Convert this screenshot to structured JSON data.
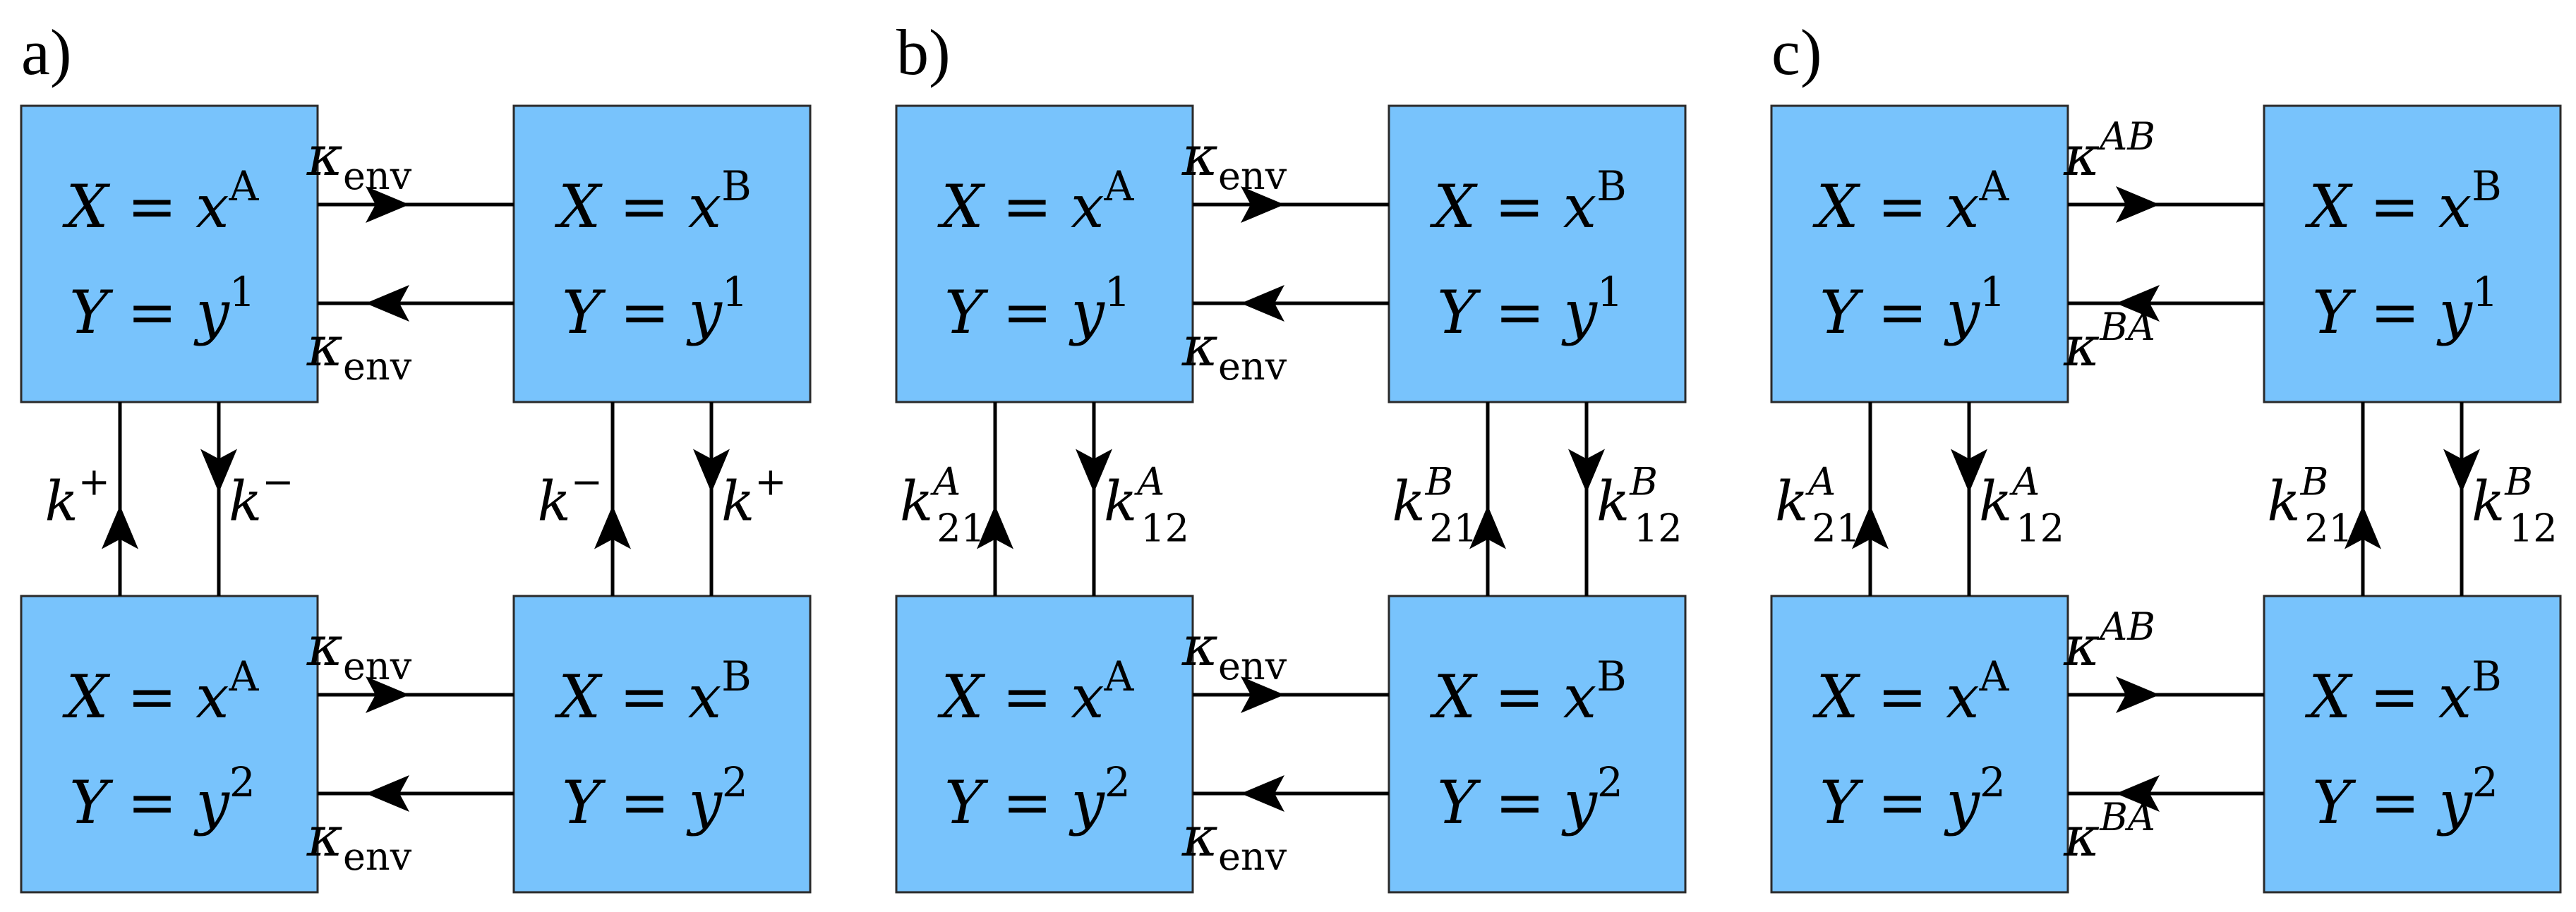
{
  "panels": [
    {
      "label": "a)",
      "boxes": {
        "tl": {
          "x": "x",
          "xs": "A",
          "y": "y",
          "ys": "1"
        },
        "tr": {
          "x": "x",
          "xs": "B",
          "y": "y",
          "ys": "1"
        },
        "bl": {
          "x": "x",
          "xs": "A",
          "y": "y",
          "ys": "2"
        },
        "br": {
          "x": "x",
          "xs": "B",
          "y": "y",
          "ys": "2"
        }
      },
      "rates": {
        "top_right": {
          "base": "κ",
          "sub": "env",
          "sup": ""
        },
        "top_left": {
          "base": "κ",
          "sub": "env",
          "sup": ""
        },
        "bottom_right": {
          "base": "κ",
          "sub": "env",
          "sup": ""
        },
        "bottom_left": {
          "base": "κ",
          "sub": "env",
          "sup": ""
        },
        "left_up": {
          "base": "k",
          "sub": "",
          "sup": "+"
        },
        "left_down": {
          "base": "k",
          "sub": "",
          "sup": "−"
        },
        "right_up": {
          "base": "k",
          "sub": "",
          "sup": "−"
        },
        "right_down": {
          "base": "k",
          "sub": "",
          "sup": "+"
        }
      }
    },
    {
      "label": "b)",
      "boxes": {
        "tl": {
          "x": "x",
          "xs": "A",
          "y": "y",
          "ys": "1"
        },
        "tr": {
          "x": "x",
          "xs": "B",
          "y": "y",
          "ys": "1"
        },
        "bl": {
          "x": "x",
          "xs": "A",
          "y": "y",
          "ys": "2"
        },
        "br": {
          "x": "x",
          "xs": "B",
          "y": "y",
          "ys": "2"
        }
      },
      "rates": {
        "top_right": {
          "base": "κ",
          "sub": "env",
          "sup": ""
        },
        "top_left": {
          "base": "κ",
          "sub": "env",
          "sup": ""
        },
        "bottom_right": {
          "base": "κ",
          "sub": "env",
          "sup": ""
        },
        "bottom_left": {
          "base": "κ",
          "sub": "env",
          "sup": ""
        },
        "left_up": {
          "base": "k",
          "sub": "21",
          "sup": "A"
        },
        "left_down": {
          "base": "k",
          "sub": "12",
          "sup": "A"
        },
        "right_up": {
          "base": "k",
          "sub": "21",
          "sup": "B"
        },
        "right_down": {
          "base": "k",
          "sub": "12",
          "sup": "B"
        }
      }
    },
    {
      "label": "c)",
      "boxes": {
        "tl": {
          "x": "x",
          "xs": "A",
          "y": "y",
          "ys": "1"
        },
        "tr": {
          "x": "x",
          "xs": "B",
          "y": "y",
          "ys": "1"
        },
        "bl": {
          "x": "x",
          "xs": "A",
          "y": "y",
          "ys": "2"
        },
        "br": {
          "x": "x",
          "xs": "B",
          "y": "y",
          "ys": "2"
        }
      },
      "rates": {
        "top_right": {
          "base": "κ",
          "sub": "",
          "sup": "AB"
        },
        "top_left": {
          "base": "κ",
          "sub": "",
          "sup": "BA"
        },
        "bottom_right": {
          "base": "κ",
          "sub": "",
          "sup": "AB"
        },
        "bottom_left": {
          "base": "κ",
          "sub": "",
          "sup": "BA"
        },
        "left_up": {
          "base": "k",
          "sub": "21",
          "sup": "A"
        },
        "left_down": {
          "base": "k",
          "sub": "12",
          "sup": "A"
        },
        "right_up": {
          "base": "k",
          "sub": "21",
          "sup": "B"
        },
        "right_down": {
          "base": "k",
          "sub": "12",
          "sup": "B"
        }
      }
    }
  ]
}
